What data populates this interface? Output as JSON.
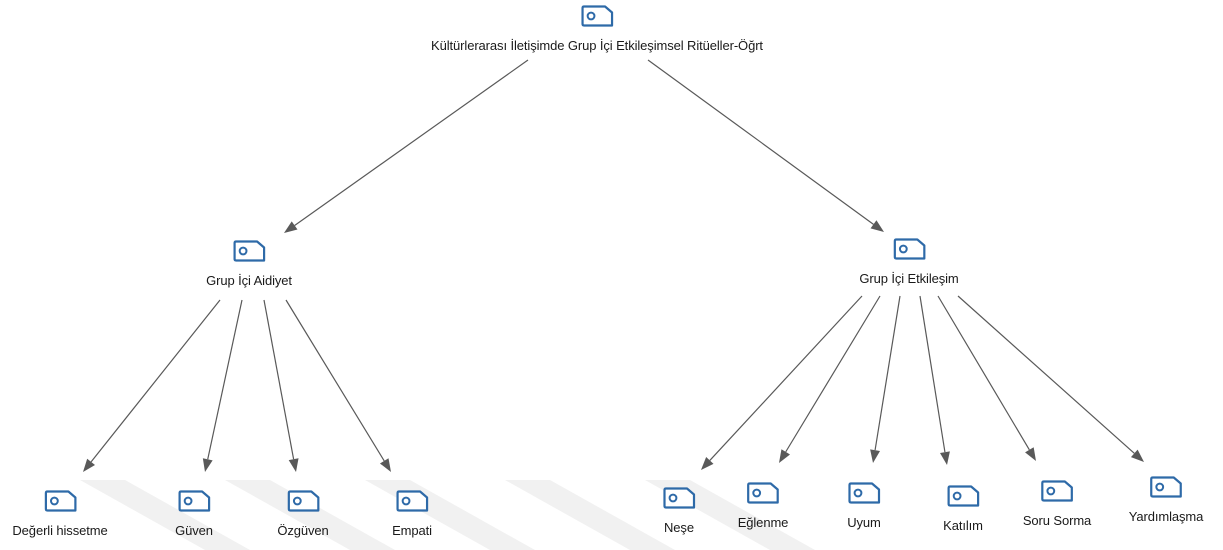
{
  "diagram": {
    "type": "tree",
    "icons": {
      "node_icon": "code-tag-icon",
      "icon_color": "#2e6aa8",
      "edge_color": "#595959"
    },
    "root": {
      "id": "root",
      "label": "Kültürlerarası İletişimde Grup İçi Etkileşimsel Ritüeller-Öğrt",
      "children": [
        {
          "id": "aidiyet",
          "label": "Grup İçi Aidiyet",
          "children": [
            {
              "id": "degerli",
              "label": "Değerli hissetme"
            },
            {
              "id": "guven",
              "label": "Güven"
            },
            {
              "id": "ozguven",
              "label": "Özgüven"
            },
            {
              "id": "empati",
              "label": "Empati"
            }
          ]
        },
        {
          "id": "etkilesim",
          "label": "Grup İçi Etkileşim",
          "children": [
            {
              "id": "nese",
              "label": "Neşe"
            },
            {
              "id": "eglenme",
              "label": "Eğlenme"
            },
            {
              "id": "uyum",
              "label": "Uyum"
            },
            {
              "id": "katilim",
              "label": "Katılım"
            },
            {
              "id": "soru",
              "label": "Soru Sorma"
            },
            {
              "id": "yardim",
              "label": "Yardımlaşma"
            }
          ]
        }
      ]
    }
  }
}
